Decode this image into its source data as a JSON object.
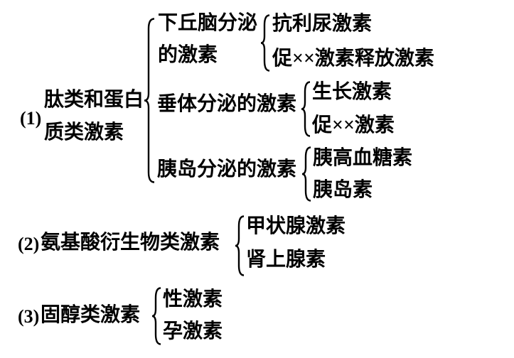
{
  "colors": {
    "background": "#ffffff",
    "text": "#000000",
    "line": "#000000"
  },
  "diagram_title_semantic": "hormone-chemical-nature-classification",
  "sections": [
    {
      "index": "(1)",
      "label_line1": "肽类和蛋白",
      "label_line2": "质类激素",
      "groups": [
        {
          "label_line1": "下丘脑分泌",
          "label_line2": "的激素",
          "hormones": [
            "抗利尿激素",
            "促××激素释放激素"
          ]
        },
        {
          "label": "垂体分泌的激素",
          "hormones": [
            "生长激素",
            "促××激素"
          ]
        },
        {
          "label": "胰岛分泌的激素",
          "hormones": [
            "胰高血糖素",
            "胰岛素"
          ]
        }
      ]
    },
    {
      "index": "(2)",
      "label": "氨基酸衍生物类激素",
      "hormones": [
        "甲状腺激素",
        "肾上腺素"
      ]
    },
    {
      "index": "(3)",
      "label": "固醇类激素",
      "hormones": [
        "性激素",
        "孕激素"
      ]
    }
  ]
}
